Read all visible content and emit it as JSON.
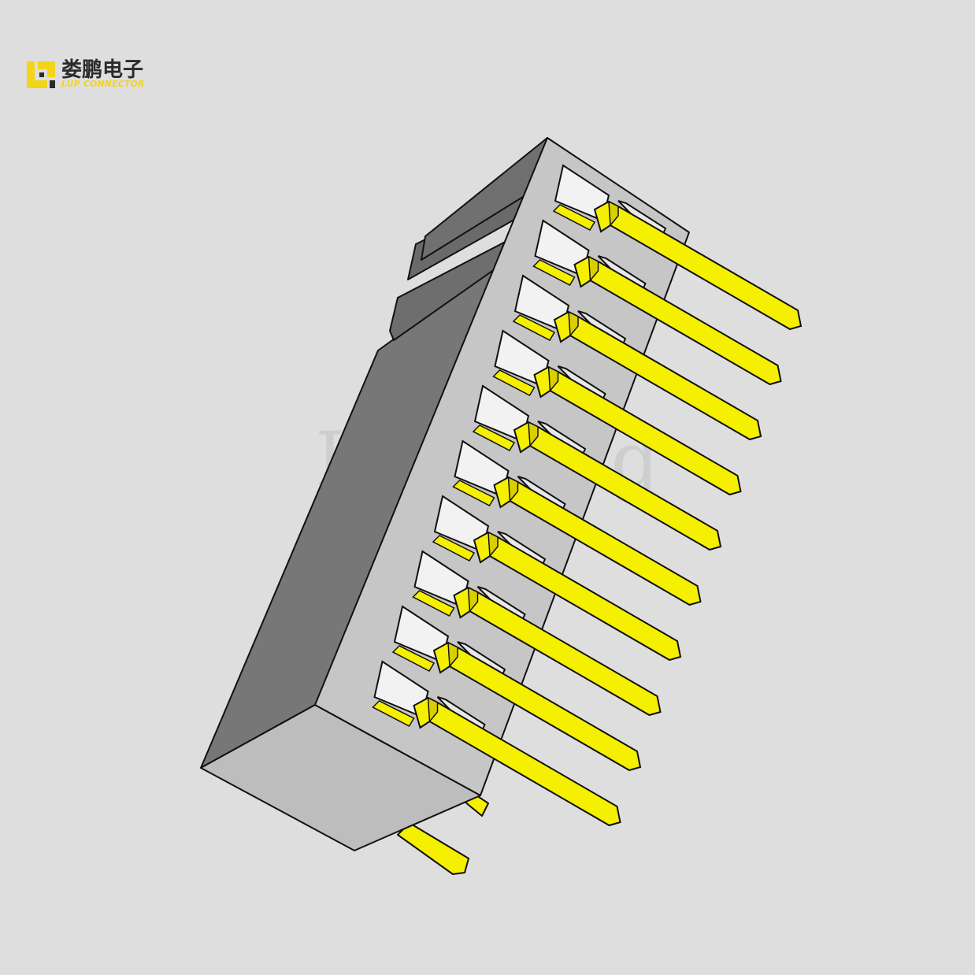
{
  "brand": {
    "name_cn": "娄鹏电子",
    "name_en": "LUP CONNECTOR",
    "icon": "lp-logo-icon",
    "accent_color": "#f2d41a"
  },
  "watermark": {
    "text": "Loupeng"
  },
  "model": {
    "subject": "right-angle-pin-header-connector",
    "pin_rows": 10,
    "housing_color": "#c9c9c9",
    "pin_color": "#f5ef00"
  }
}
